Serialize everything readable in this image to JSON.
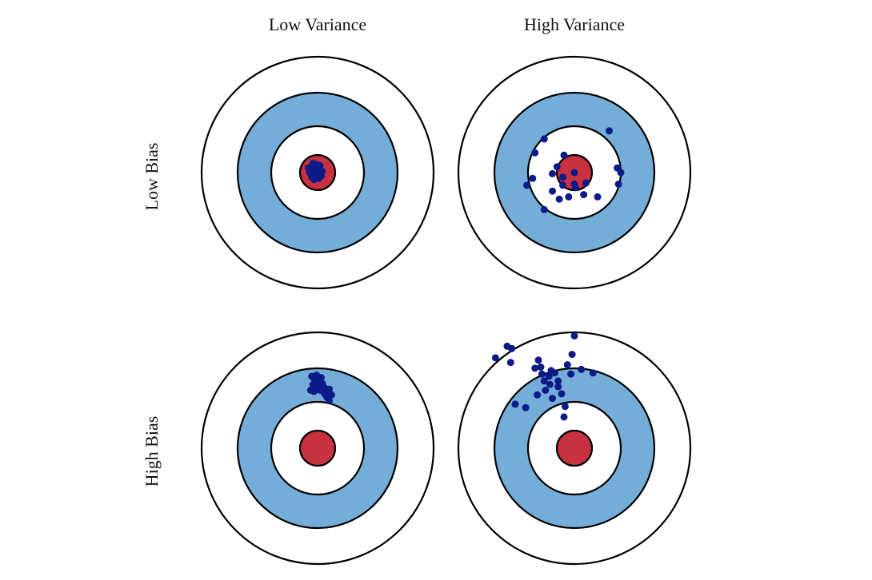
{
  "columns": [
    "Low Variance",
    "High Variance"
  ],
  "rows": [
    "Low Bias",
    "High Bias"
  ],
  "colors": {
    "outer_ring": "#ffffff",
    "middle_ring": "#74add8",
    "inner_ring": "#ffffff",
    "bullseye": "#c8313f",
    "dots": "#0d1a8a",
    "stroke": "#000000"
  },
  "panels": [
    {
      "id": "low-bias-low-variance",
      "row": 0,
      "col": 0,
      "points": [
        [
          -0.04,
          0.0
        ],
        [
          -0.03,
          0.05
        ],
        [
          -0.02,
          -0.03
        ],
        [
          0.0,
          0.04
        ],
        [
          0.01,
          -0.05
        ],
        [
          -0.05,
          -0.04
        ],
        [
          0.02,
          0.02
        ],
        [
          -0.06,
          0.02
        ],
        [
          0.0,
          -0.02
        ],
        [
          -0.03,
          -0.06
        ],
        [
          0.03,
          -0.03
        ],
        [
          -0.01,
          0.07
        ],
        [
          -0.07,
          0.0
        ],
        [
          0.02,
          0.06
        ],
        [
          -0.04,
          0.08
        ],
        [
          0.04,
          0.01
        ],
        [
          -0.02,
          0.02
        ],
        [
          0.01,
          0.0
        ],
        [
          -0.05,
          0.06
        ],
        [
          -0.08,
          0.04
        ]
      ]
    },
    {
      "id": "low-bias-high-variance",
      "row": 0,
      "col": 1,
      "points": [
        [
          -0.26,
          0.29
        ],
        [
          -0.34,
          0.17
        ],
        [
          -0.09,
          0.15
        ],
        [
          -0.15,
          0.05
        ],
        [
          -0.1,
          -0.04
        ],
        [
          -0.19,
          -0.01
        ],
        [
          -0.19,
          -0.16
        ],
        [
          -0.41,
          -0.11
        ],
        [
          -0.36,
          -0.05
        ],
        [
          -0.1,
          -0.11
        ],
        [
          -0.05,
          -0.21
        ],
        [
          0.08,
          -0.19
        ],
        [
          0.01,
          -0.13
        ],
        [
          0.1,
          -0.09
        ],
        [
          0.2,
          -0.21
        ],
        [
          -0.26,
          -0.32
        ],
        [
          0.3,
          0.36
        ],
        [
          0.37,
          0.04
        ],
        [
          0.4,
          0.0
        ],
        [
          0.38,
          -0.1
        ],
        [
          -0.13,
          -0.23
        ],
        [
          0.0,
          0.0
        ],
        [
          0.0,
          -0.1
        ]
      ]
    },
    {
      "id": "high-bias-low-variance",
      "row": 1,
      "col": 0,
      "points": [
        [
          -0.05,
          0.62
        ],
        [
          -0.03,
          0.6
        ],
        [
          -0.01,
          0.63
        ],
        [
          0.01,
          0.59
        ],
        [
          0.03,
          0.61
        ],
        [
          -0.04,
          0.55
        ],
        [
          -0.02,
          0.57
        ],
        [
          0.0,
          0.54
        ],
        [
          0.04,
          0.56
        ],
        [
          0.06,
          0.52
        ],
        [
          0.08,
          0.49
        ],
        [
          0.1,
          0.51
        ],
        [
          0.06,
          0.47
        ],
        [
          0.08,
          0.44
        ],
        [
          0.1,
          0.41
        ],
        [
          -0.06,
          0.5
        ],
        [
          -0.03,
          0.49
        ],
        [
          0.02,
          0.5
        ],
        [
          0.12,
          0.46
        ],
        [
          0.05,
          0.53
        ]
      ]
    },
    {
      "id": "high-bias-high-variance",
      "row": 1,
      "col": 1,
      "points": [
        [
          -0.55,
          0.74
        ],
        [
          -0.54,
          0.86
        ],
        [
          -0.58,
          0.88
        ],
        [
          -0.68,
          0.78
        ],
        [
          -0.31,
          0.76
        ],
        [
          -0.34,
          0.69
        ],
        [
          -0.29,
          0.7
        ],
        [
          -0.28,
          0.64
        ],
        [
          -0.22,
          0.62
        ],
        [
          -0.26,
          0.58
        ],
        [
          -0.14,
          0.58
        ],
        [
          -0.17,
          0.65
        ],
        [
          -0.2,
          0.67
        ],
        [
          -0.06,
          0.72
        ],
        [
          -0.03,
          0.64
        ],
        [
          0.0,
          0.97
        ],
        [
          -0.02,
          0.81
        ],
        [
          0.06,
          0.68
        ],
        [
          0.16,
          0.65
        ],
        [
          -0.25,
          0.5
        ],
        [
          -0.32,
          0.46
        ],
        [
          -0.51,
          0.38
        ],
        [
          -0.42,
          0.35
        ],
        [
          -0.19,
          0.43
        ],
        [
          -0.11,
          0.47
        ],
        [
          -0.08,
          0.36
        ],
        [
          -0.14,
          0.53
        ],
        [
          -0.21,
          0.55
        ],
        [
          -0.09,
          0.27
        ]
      ]
    }
  ]
}
